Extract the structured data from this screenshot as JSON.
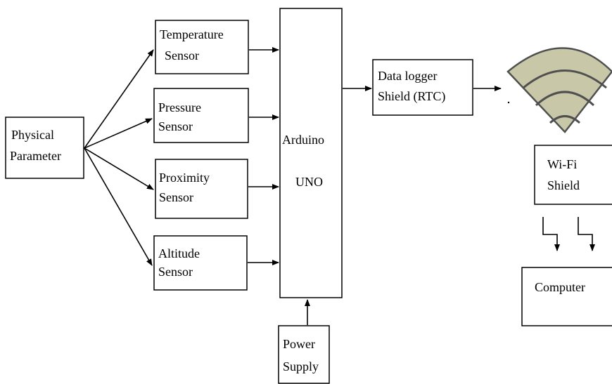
{
  "blocks": {
    "physical_parameter": [
      "Physical",
      "Parameter"
    ],
    "temperature_sensor": [
      "Temperature",
      "Sensor"
    ],
    "pressure_sensor": [
      "Pressure",
      "Sensor"
    ],
    "proximity_sensor": [
      "Proximity",
      "Sensor"
    ],
    "altitude_sensor": [
      "Altitude",
      "Sensor"
    ],
    "arduino_uno": [
      "Arduino",
      "UNO"
    ],
    "power_supply": [
      "Power",
      "Supply"
    ],
    "data_logger_shield": [
      "Data logger",
      "Shield (RTC)"
    ],
    "wifi_shield": [
      "Wi-Fi",
      "Shield"
    ],
    "computer": [
      "Computer"
    ]
  },
  "colors": {
    "line": "#000000",
    "wifi_fill": "#c8c8a8",
    "wifi_outline": "#505050"
  },
  "icons": {
    "wifi_signal": "wifi-signal-icon"
  }
}
